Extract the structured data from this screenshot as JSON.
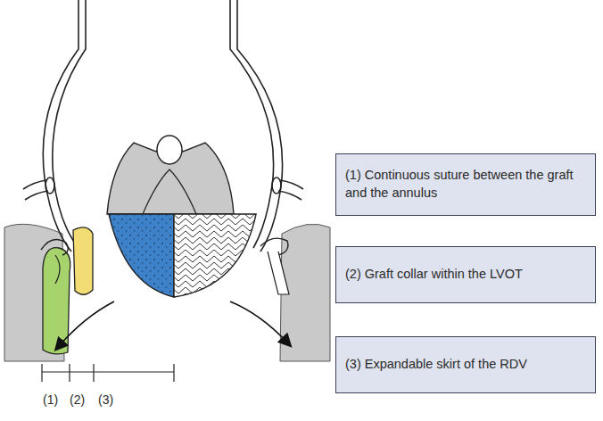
{
  "diagram": {
    "nodes": [
      {
        "text": [
          "(1) Continuous suture between the graft and the annulus"
        ]
      },
      {
        "text": [
          "(2) Graft collar within the LVOT"
        ]
      },
      {
        "text": [
          "(3) Expandable skirt of the RDV"
        ]
      }
    ],
    "labels": [
      "(1)",
      "(2)",
      "(3)"
    ]
  }
}
